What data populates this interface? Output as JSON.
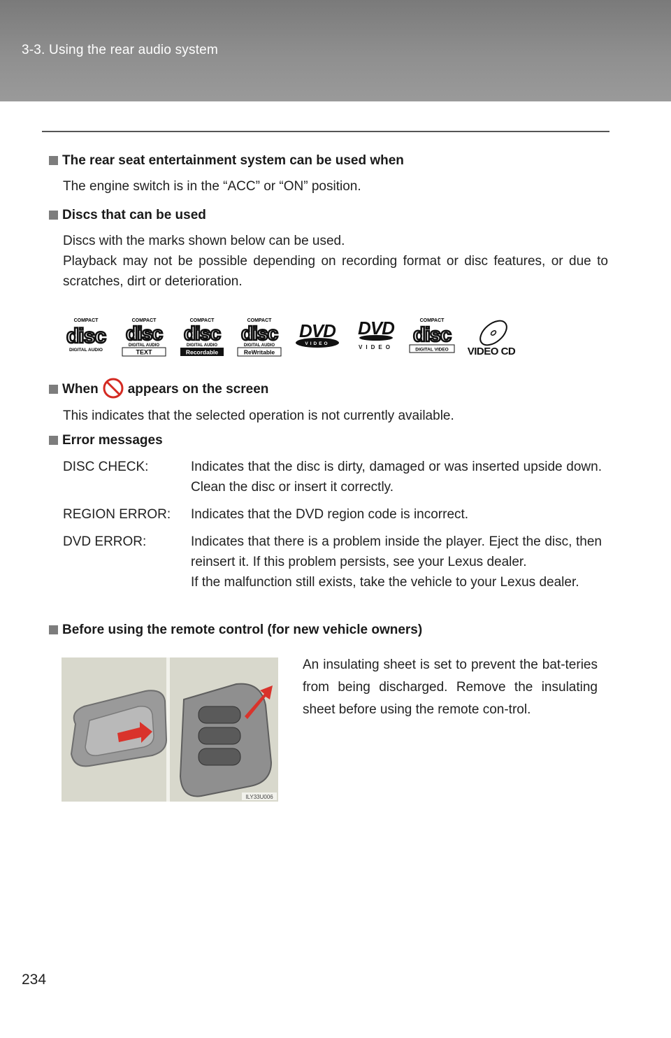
{
  "header": {
    "title": "3-3. Using the rear audio system"
  },
  "sections": {
    "usable_when": {
      "heading": "The rear seat entertainment system can be used when",
      "text": "The engine switch is in the “ACC” or “ON” position."
    },
    "discs": {
      "heading": "Discs that can be used",
      "line1": "Discs with the marks shown below can be used.",
      "line2": "Playback may not be possible depending on recording format or disc features, or due to scratches, dirt or deterioration.",
      "logos": [
        {
          "top": "COMPACT",
          "main": "disc",
          "sub": "DIGITAL AUDIO",
          "tag": ""
        },
        {
          "top": "COMPACT",
          "main": "disc",
          "sub": "DIGITAL AUDIO",
          "tag": "TEXT"
        },
        {
          "top": "COMPACT",
          "main": "disc",
          "sub": "DIGITAL AUDIO",
          "tag": "Recordable"
        },
        {
          "top": "COMPACT",
          "main": "disc",
          "sub": "DIGITAL AUDIO",
          "tag": "ReWritable"
        },
        {
          "main": "DVD",
          "sub": "VIDEO"
        },
        {
          "main": "DVD",
          "sub": "VIDEO"
        },
        {
          "top": "COMPACT",
          "main": "disc",
          "sub": "DIGITAL VIDEO",
          "tag": ""
        },
        {
          "main": "VIDEO CD"
        }
      ]
    },
    "when_appears": {
      "heading_before": "When",
      "heading_after": "appears on the screen",
      "text": "This indicates that the selected operation is not currently available."
    },
    "errors": {
      "heading": "Error messages",
      "items": [
        {
          "code": "DISC CHECK:",
          "lines": [
            "Indicates that the disc is dirty, damaged or was inserted upside down. Clean the disc or insert it correctly."
          ]
        },
        {
          "code": "REGION ERROR:",
          "lines": [
            "Indicates that the DVD region code is incorrect."
          ]
        },
        {
          "code": "DVD ERROR:",
          "lines": [
            "Indicates that there is a problem inside the player. Eject the disc, then reinsert it. If this problem persists, see your Lexus dealer.",
            "If the malfunction still exists, take the vehicle to your Lexus dealer."
          ]
        }
      ]
    },
    "remote": {
      "heading": "Before using the remote control (for new vehicle owners)",
      "text": "An insulating sheet is set to prevent the bat-teries from being discharged. Remove the insulating sheet before using the remote con-trol.",
      "image_code": "ILY33U006"
    }
  },
  "page_number": "234",
  "colors": {
    "header": "#8a8a8a",
    "bullet": "#7d7d7d",
    "arrow": "#d9332b"
  }
}
